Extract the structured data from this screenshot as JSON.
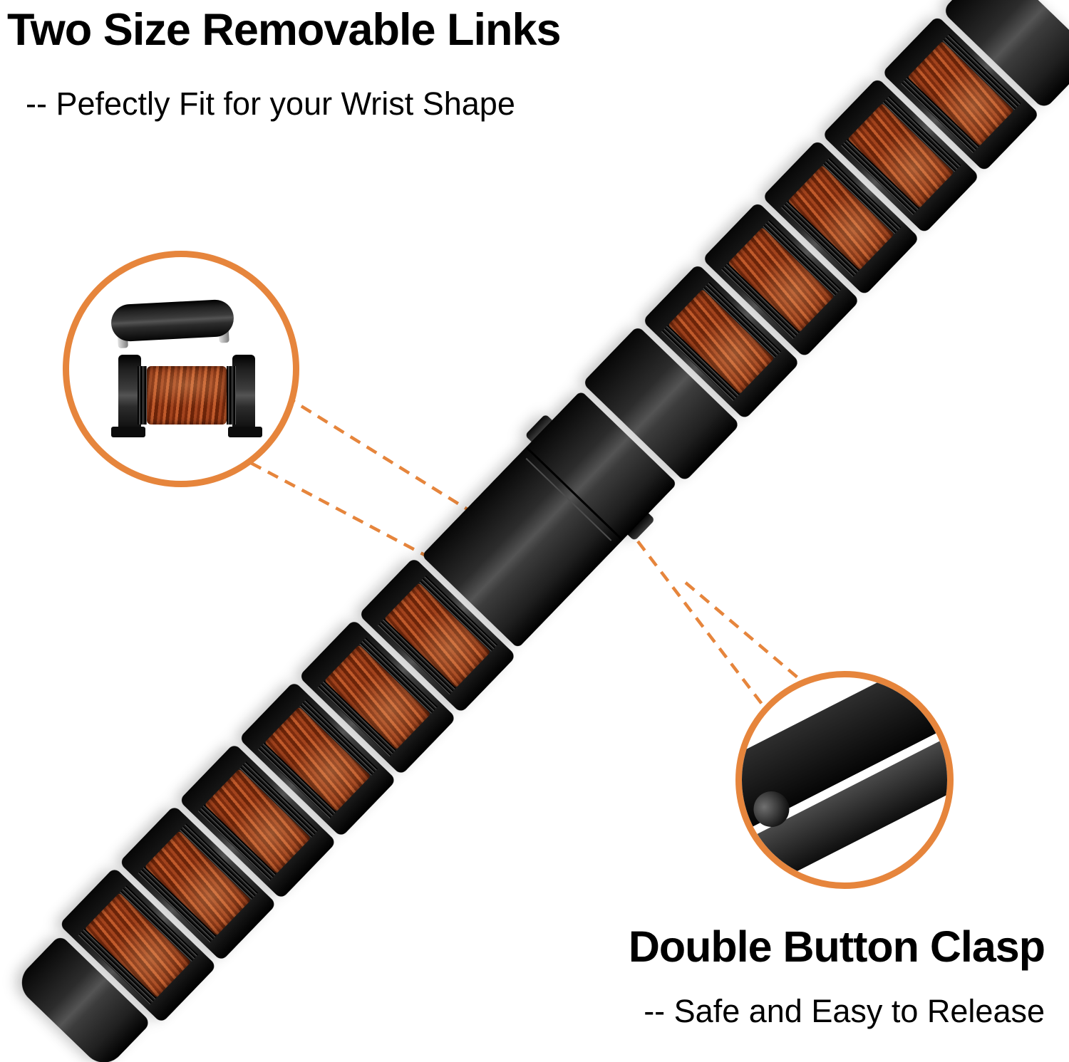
{
  "annotations": {
    "top_title": "Two Size Removable Links",
    "top_subtitle": "-- Pefectly Fit for your Wrist Shape",
    "bottom_title": "Double Button Clasp",
    "bottom_subtitle": "-- Safe and Easy to Release"
  },
  "colors": {
    "accent_orange": "#E6853C",
    "metal_black": "#111111",
    "wood_red": "#A2431D",
    "background": "#FFFFFF"
  },
  "band": {
    "upper_wood_links": 5,
    "lower_wood_links": 6
  },
  "callouts": {
    "links_detail": {
      "icon": "removable-link-icon"
    },
    "clasp_detail": {
      "icon": "clasp-button-icon"
    }
  }
}
